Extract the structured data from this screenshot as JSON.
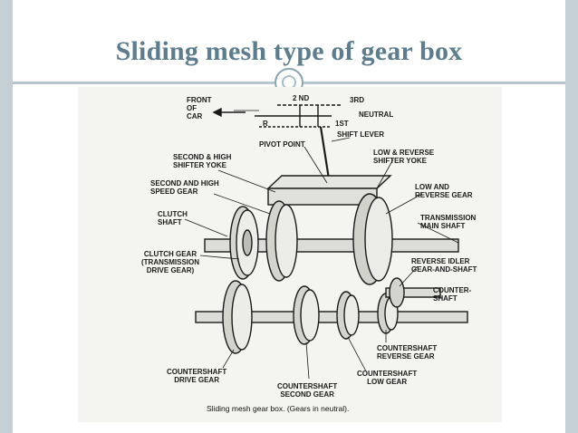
{
  "slide": {
    "title": "Sliding mesh type of gear box"
  },
  "diagram": {
    "labels": {
      "front_of_car": "FRONT\nOF\nCAR",
      "second_nd": "2 ND",
      "third_rd": "3RD",
      "r": "R",
      "first_st": "1ST",
      "neutral": "NEUTRAL",
      "shift_lever": "SHIFT LEVER",
      "pivot_point": "PIVOT POINT",
      "second_high_shifter_yoke": "SECOND & HIGH\nSHIFTER YOKE",
      "low_reverse_shifter_yoke": "LOW & REVERSE\nSHIFTER YOKE",
      "second_high_speed_gear": "SECOND AND HIGH\nSPEED GEAR",
      "low_reverse_gear": "LOW AND\nREVERSE GEAR",
      "clutch_shaft": "CLUTCH\nSHAFT",
      "transmission_main_shaft": "TRANSMISSION\nMAIN SHAFT",
      "clutch_gear": "CLUTCH GEAR\n(TRANSMISSION\nDRIVE GEAR)",
      "reverse_idler": "REVERSE IDLER\nGEAR-AND-SHAFT",
      "counter_shaft": "COUNTER-\nSHAFT",
      "countershaft_reverse_gear": "COUNTERSHAFT\nREVERSE GEAR",
      "countershaft_drive_gear": "COUNTERSHAFT\nDRIVE GEAR",
      "countershaft_low_gear": "COUNTERSHAFT\nLOW GEAR",
      "countershaft_second_gear": "COUNTERSHAFT\nSECOND GEAR"
    },
    "caption": "Sliding mesh gear box. (Gears in neutral)."
  }
}
